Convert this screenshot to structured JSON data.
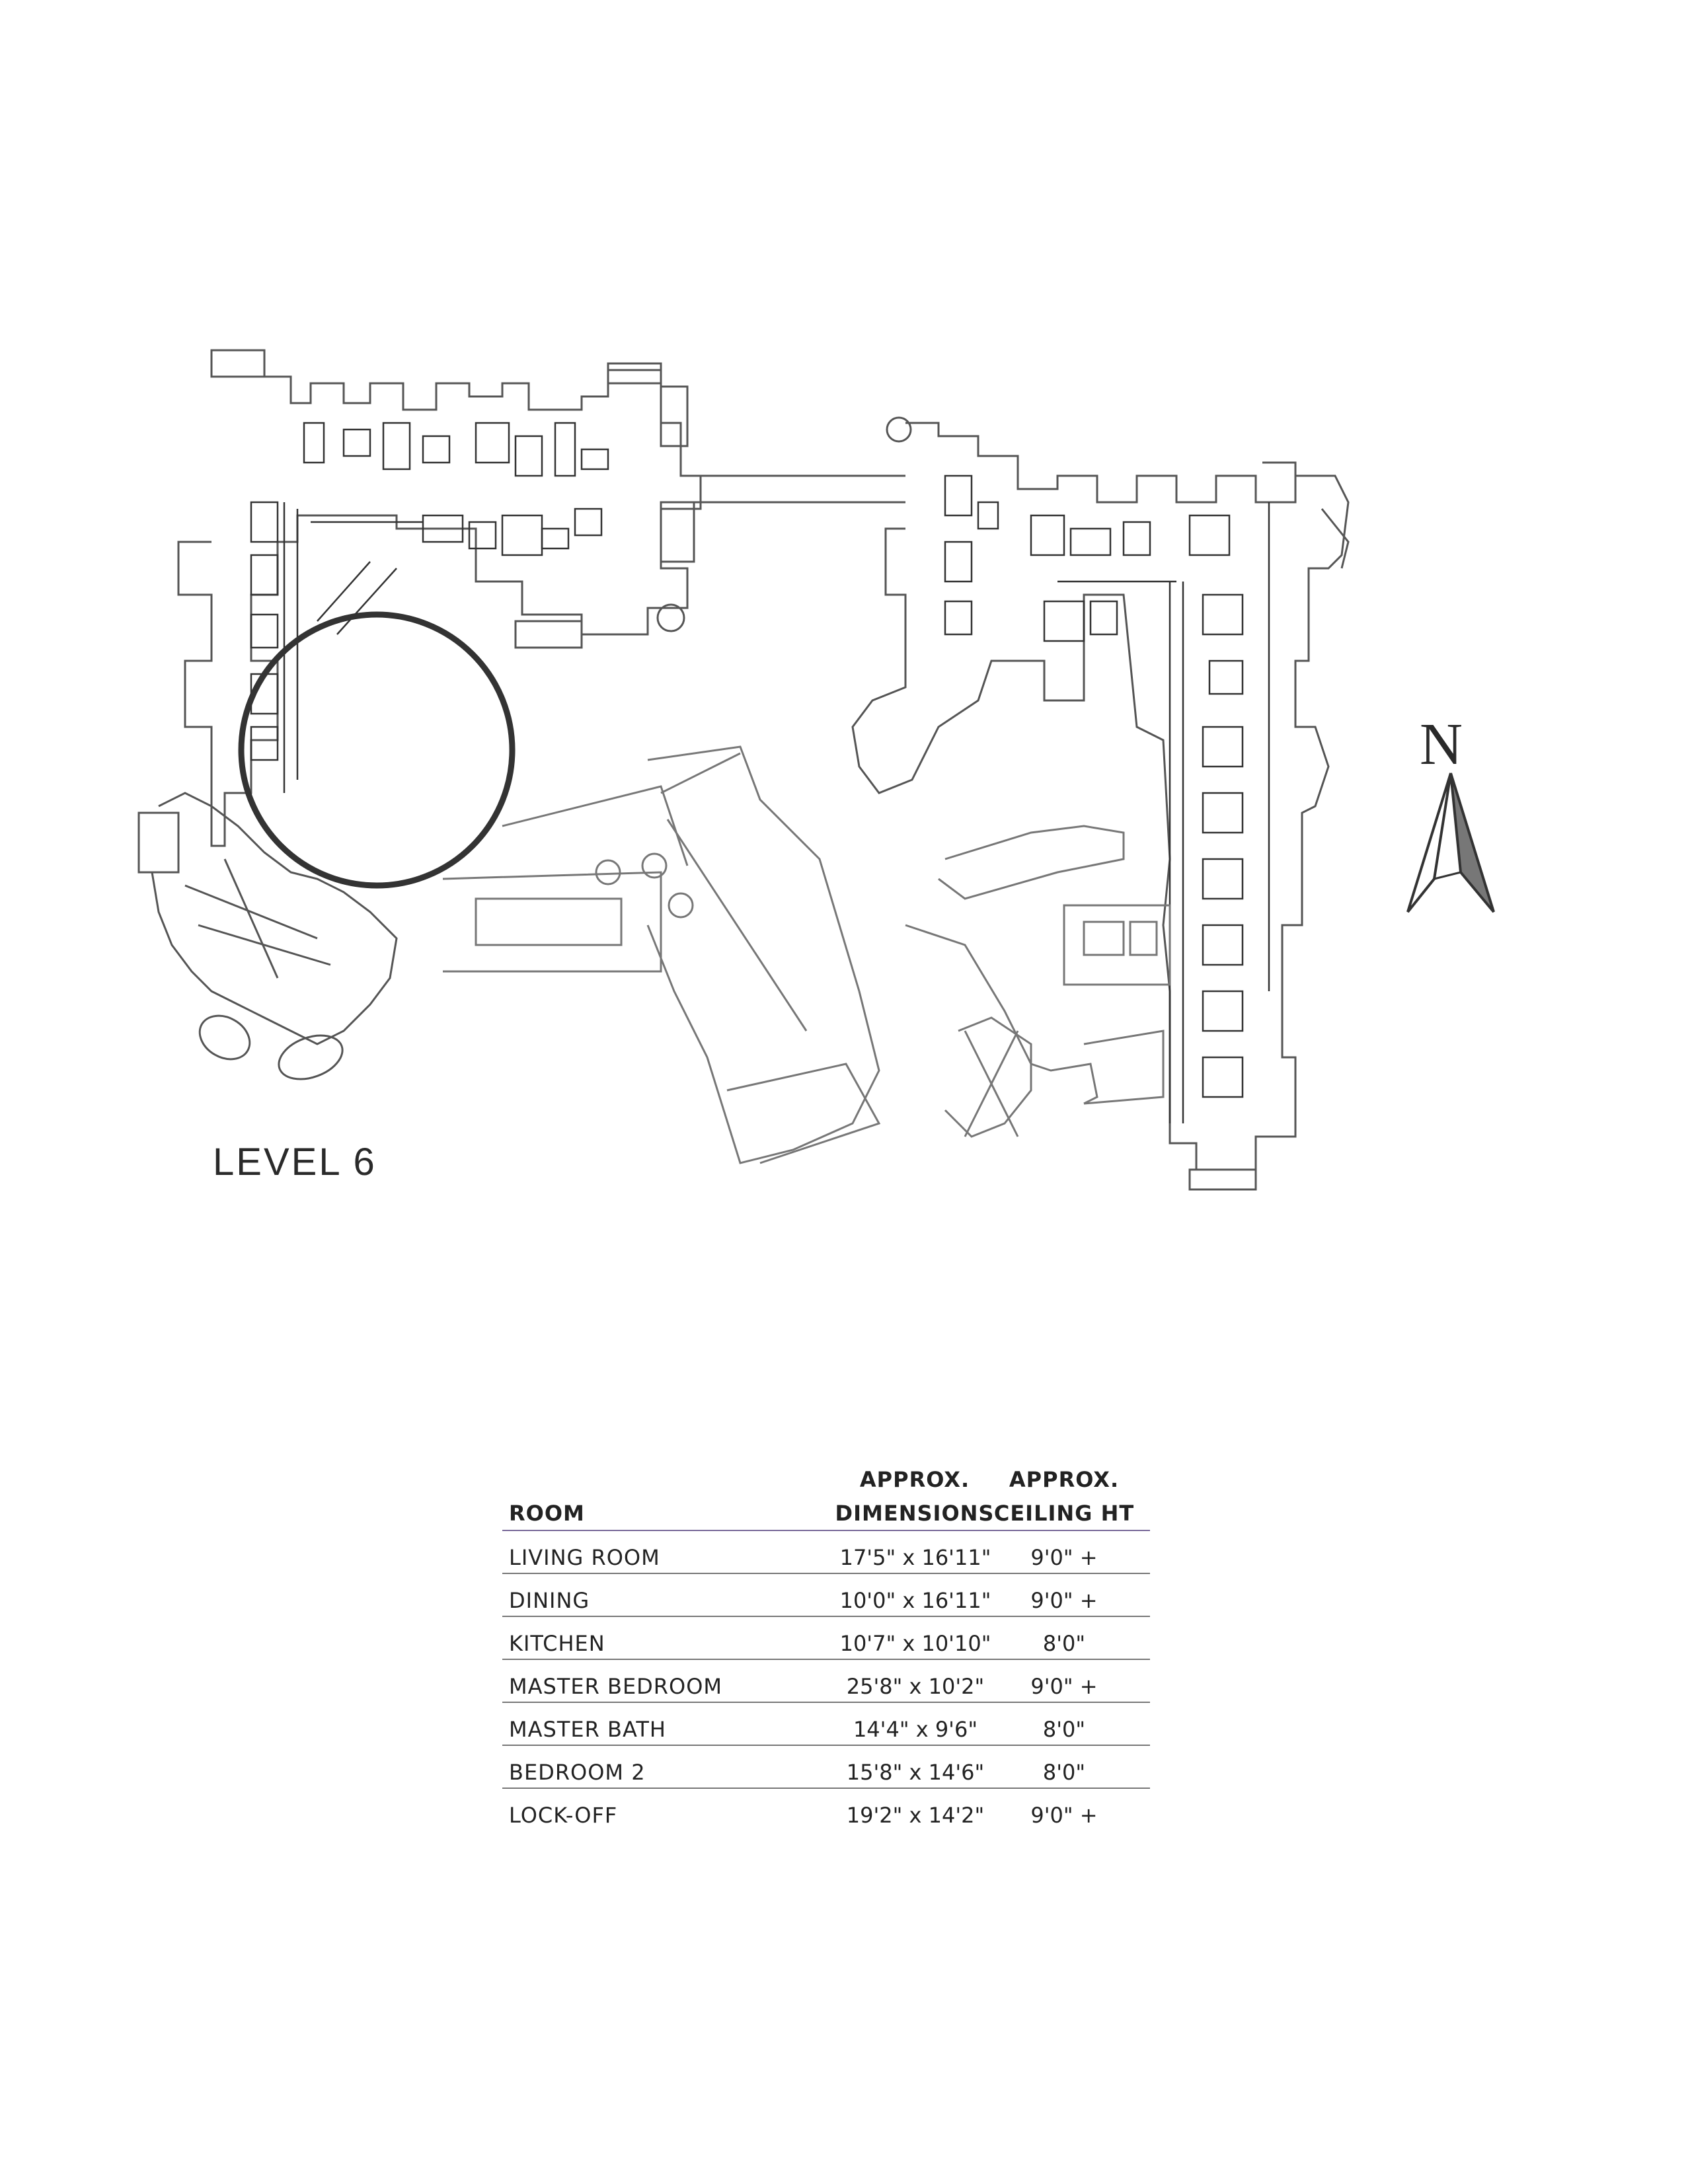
{
  "plan": {
    "level_label": "LEVEL 6",
    "north_label": "N"
  },
  "table": {
    "headers": {
      "room": "ROOM",
      "dimensions_line1": "APPROX.",
      "dimensions_line2": "DIMENSIONS",
      "ceiling_line1": "APPROX.",
      "ceiling_line2": "CEILING HT"
    },
    "rows": [
      {
        "room": "LIVING ROOM",
        "dimensions": "17'5\" x 16'11\"",
        "ceiling": "9'0\" +"
      },
      {
        "room": "DINING",
        "dimensions": "10'0\" x 16'11\"",
        "ceiling": "9'0\" +"
      },
      {
        "room": "KITCHEN",
        "dimensions": "10'7\" x 10'10\"",
        "ceiling": "8'0\""
      },
      {
        "room": "MASTER BEDROOM",
        "dimensions": "25'8\" x 10'2\"",
        "ceiling": "9'0\" +"
      },
      {
        "room": "MASTER BATH",
        "dimensions": "14'4\" x 9'6\"",
        "ceiling": "8'0\""
      },
      {
        "room": "BEDROOM 2",
        "dimensions": "15'8\" x 14'6\"",
        "ceiling": "8'0\""
      },
      {
        "room": "LOCK-OFF",
        "dimensions": "19'2\" x 14'2\"",
        "ceiling": "9'0\" +"
      }
    ]
  }
}
